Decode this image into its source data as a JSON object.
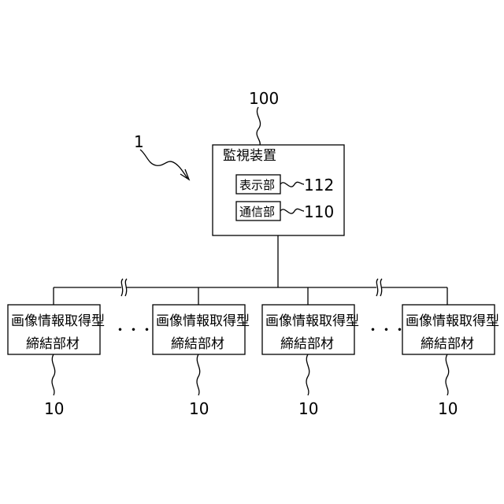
{
  "figure_ref": "1",
  "monitor": {
    "ref": "100",
    "title": "監視装置",
    "display_unit": {
      "label": "表示部",
      "ref": "112"
    },
    "comm_unit": {
      "label": "通信部",
      "ref": "110"
    }
  },
  "members": [
    {
      "line1": "画像情報取得型",
      "line2": "締結部材",
      "ref": "10"
    },
    {
      "line1": "画像情報取得型",
      "line2": "締結部材",
      "ref": "10"
    },
    {
      "line1": "画像情報取得型",
      "line2": "締結部材",
      "ref": "10"
    },
    {
      "line1": "画像情報取得型",
      "line2": "締結部材",
      "ref": "10"
    }
  ],
  "ellipsis": "・・・"
}
